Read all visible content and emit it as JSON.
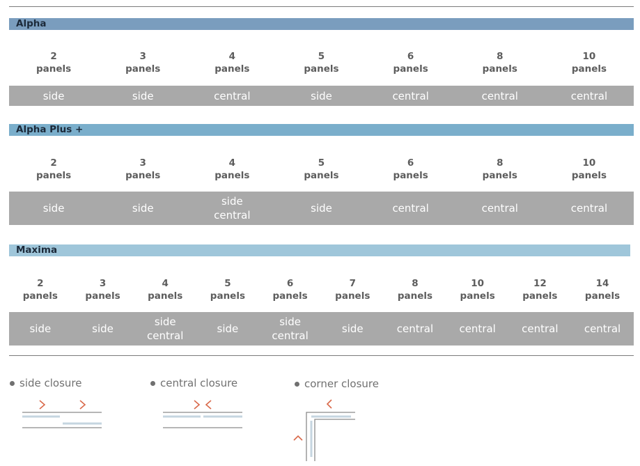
{
  "sections": [
    {
      "title": "Alpha",
      "color": "#7a9dbe",
      "panels_word": "panels",
      "columns": [
        {
          "panels": "2",
          "closure": "side"
        },
        {
          "panels": "3",
          "closure": "side"
        },
        {
          "panels": "4",
          "closure": "central"
        },
        {
          "panels": "5",
          "closure": "side"
        },
        {
          "panels": "6",
          "closure": "central"
        },
        {
          "panels": "8",
          "closure": "central"
        },
        {
          "panels": "10",
          "closure": "central"
        }
      ]
    },
    {
      "title": "Alpha Plus +",
      "color": "#7aaecb",
      "panels_word": "panels",
      "columns": [
        {
          "panels": "2",
          "closure": "side"
        },
        {
          "panels": "3",
          "closure": "side"
        },
        {
          "panels": "4",
          "closure": "side\ncentral"
        },
        {
          "panels": "5",
          "closure": "side"
        },
        {
          "panels": "6",
          "closure": "central"
        },
        {
          "panels": "8",
          "closure": "central"
        },
        {
          "panels": "10",
          "closure": "central"
        }
      ]
    },
    {
      "title": "Maxima",
      "color": "#9fc6da",
      "panels_word": "panels",
      "columns": [
        {
          "panels": "2",
          "closure": "side"
        },
        {
          "panels": "3",
          "closure": "side"
        },
        {
          "panels": "4",
          "closure": "side\ncentral"
        },
        {
          "panels": "5",
          "closure": "side"
        },
        {
          "panels": "6",
          "closure": "side\ncentral"
        },
        {
          "panels": "7",
          "closure": "side"
        },
        {
          "panels": "8",
          "closure": "central"
        },
        {
          "panels": "10",
          "closure": "central"
        },
        {
          "panels": "12",
          "closure": "central"
        },
        {
          "panels": "14",
          "closure": "central"
        }
      ]
    }
  ],
  "legend": {
    "side": "side closure",
    "central": "central closure",
    "corner": "corner closure"
  },
  "colors": {
    "closure_bg": "#a9a9a9",
    "arrow": "#d9694a",
    "panel_line": "#c5d5e0",
    "rail": "#8a8a8a"
  }
}
